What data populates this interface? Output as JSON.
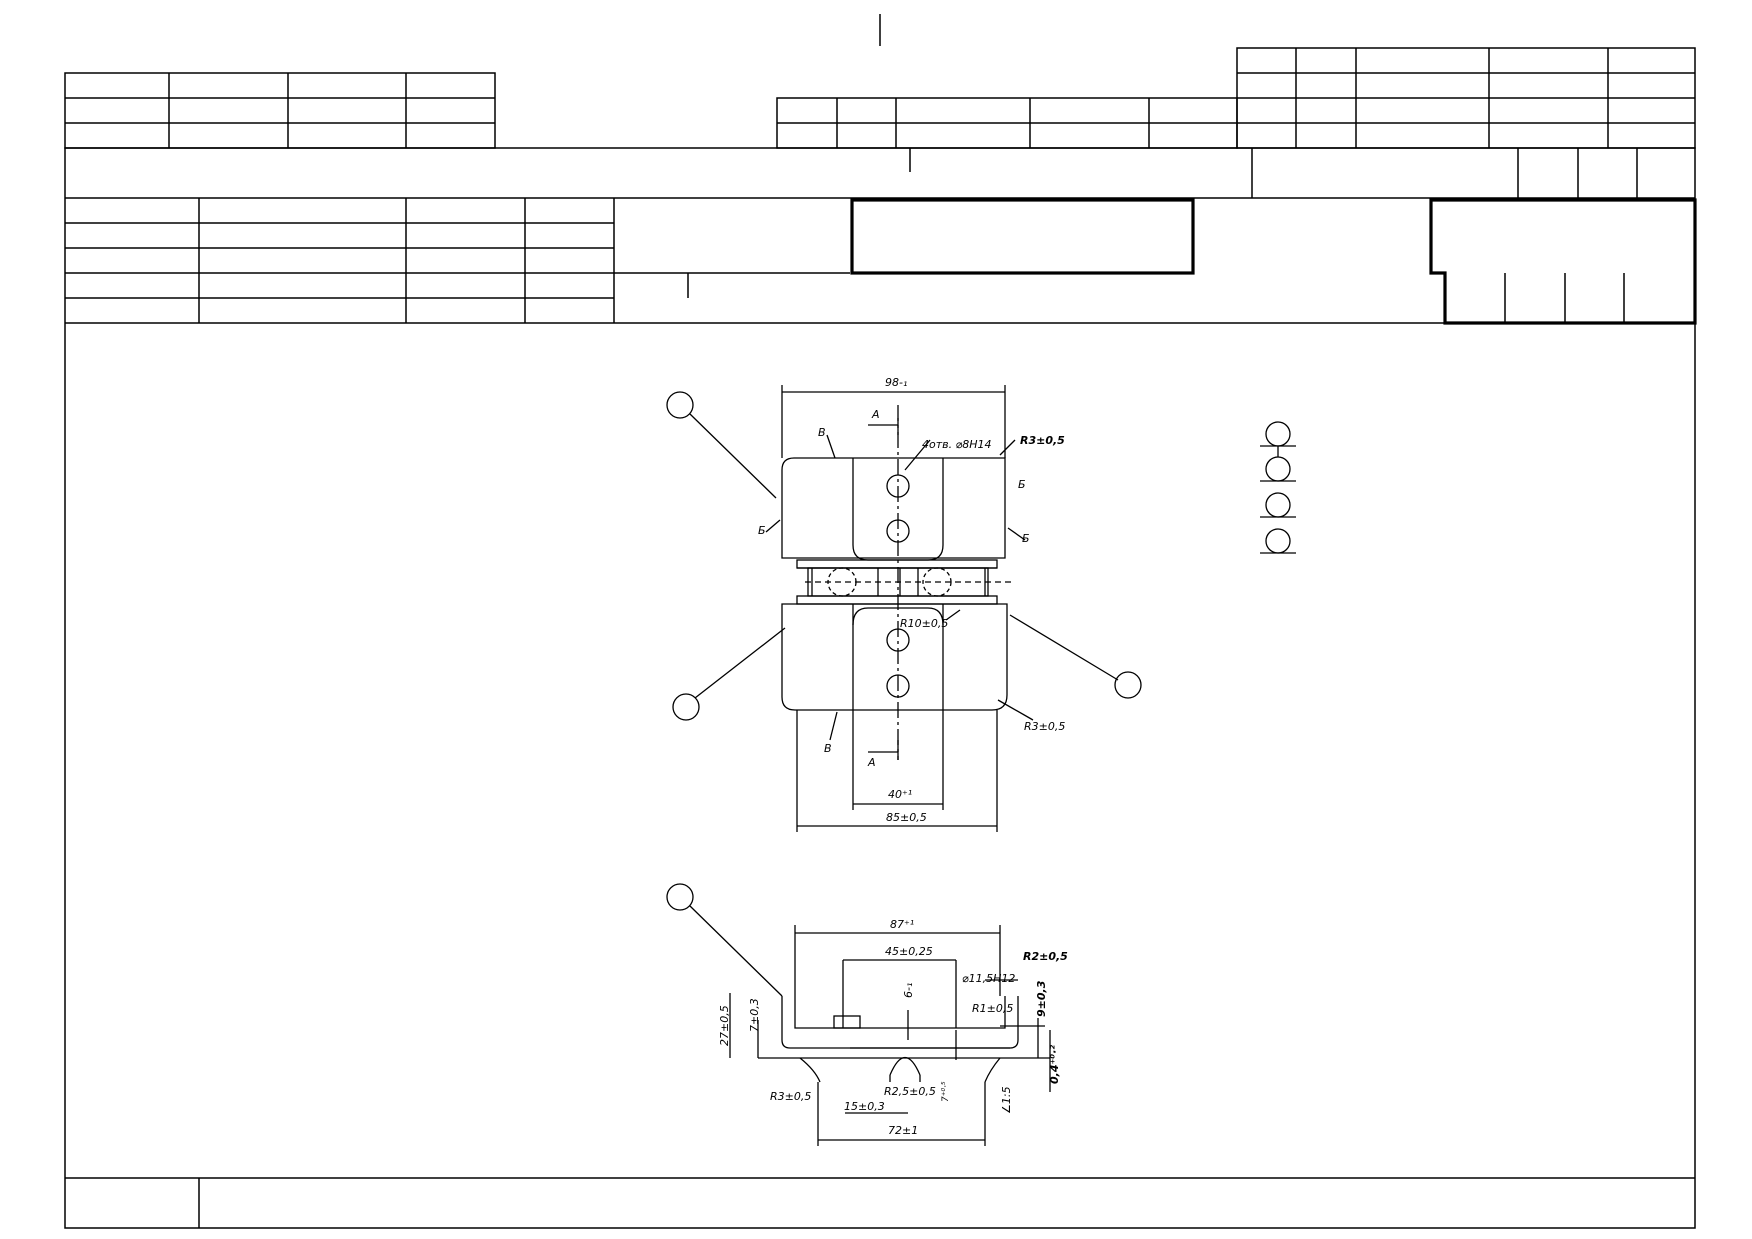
{
  "colors": {
    "ink": "#000000",
    "paper": "#ffffff"
  },
  "drawing": {
    "top_view": {
      "dim_width_total": "98-₁",
      "dim_slot": "40⁺¹",
      "dim_width": "85±0,5",
      "label_holes": "4отв. ⌀8Н14",
      "label_radius_top": "R3±0,5",
      "label_radius_bottom": "R3±0,5",
      "label_radius_slot": "R10±0,5",
      "section_top": "А",
      "section_bottom": "А",
      "mark_b_left": "Б",
      "mark_b_right": "Б",
      "mark_b_right_upper": "Б",
      "mark_v_top": "В",
      "mark_v_bottom": "В"
    },
    "section_view": {
      "dim_top": "87⁺¹",
      "dim_45": "45±0,25",
      "dim_hole": "⌀11,5Н12",
      "dim_r2": "R2±0,5",
      "dim_6": "6-₁",
      "dim_r1": "R1±0,5",
      "dim_9": "9±0,3",
      "dim_27": "27±0,5",
      "dim_7_left": "7±0,3",
      "dim_04": "0,4⁺⁰·²",
      "dim_r3": "R3±0,5",
      "dim_r25": "R2,5±0,5",
      "dim_7_bottom": "7⁺⁰·⁵",
      "dim_slope": "∠1:5",
      "dim_15": "15±0,3",
      "dim_72": "72±1"
    }
  }
}
